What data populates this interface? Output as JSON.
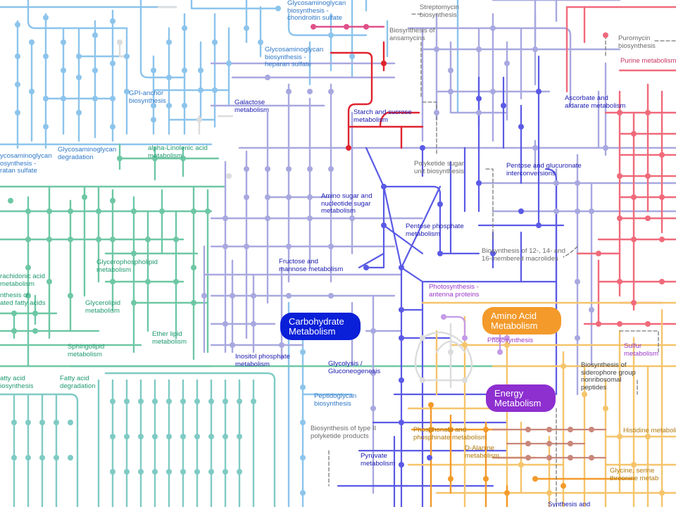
{
  "colors": {
    "carbohydrate": "#9a9ae0",
    "carbohydrate_dark": "#5a5ae6",
    "lipid": "#6dc7a5",
    "glycan": "#8cc4ec",
    "purine": "#f06a7a",
    "amino_acid": "#f5c46b",
    "energy": "#b896e6",
    "starch_red": "#e0232f",
    "grey": "#bdbdbd"
  },
  "labels": {
    "glycosaminoglycan_chondroitin": "Glycosaminoglycan\nbiosynthesis -\nchondroitin sulfate",
    "streptomycin": "Streptomycin\nbiosynthesis",
    "ansamycins": "Biosynthesis of\nansamycins",
    "puromycin": "Puromycin\nbiosynthesis",
    "purine": "Purine metabolism",
    "glycosaminoglycan_heparan": "Glycosaminoglycan\nbiosynthesis -\nheparan sulfate",
    "gpi_anchor": "GPI-anchor\nbiosynthesis",
    "galactose": "Galactose\nmetabolism",
    "starch_sucrose": "Starch and sucrose\nmetabolism",
    "ascorbate": "Ascorbate and\naldarate metabolism",
    "keratan": "ycosaminoglycan\nosynthesis -\nratan sulfate",
    "gag_degradation": "Glycosaminoglycan\ndegradation",
    "linolenic": "alpha-Linolenic acid\nmetabolism",
    "polyketide_sugar": "Polyketide sugar\nunit biosynthesis",
    "pentose_glucuronate": "Pentose and glucuronate\ninterconversions",
    "amino_sugar": "Amino sugar and\nnucleotide sugar\nmetabolism",
    "pentose_phosphate": "Pentose phosphate\nmetabolism",
    "macrolides": "Biosynthesis of 12-, 14- and\n16-membered macrolides",
    "glycerophospholipid": "Glycerophospholipid\nmetabolism",
    "fructose_mannose": "Fructose and\nmannose metabolism",
    "arachidonic": "rachidonic acid\nmetabolism",
    "unsat_fatty": "nthesis of\nated fatty acids",
    "glycerolipid": "Glycerolipid\nmetabolism",
    "photosynthesis_antenna": "Photosynthesis -\nantenna proteins",
    "ether_lipid": "Ether lipid\nmetabolism",
    "photosynthesis": "Photosynthesis",
    "sulfur": "Sulfur\nmetabolism",
    "sphingolipid": "Sphingolipid\nmetabolism",
    "inositol": "Inositol phosphate\nmetabolism",
    "siderophore": "Biosynthesis of\nsiderophore group\nnonribosomal\npeptides",
    "glycolysis": "Glycolysis /\nGluconeogenesis",
    "fatty_biosynthesis": "atty acid\niosynthesis",
    "fatty_degradation": "Fatty acid\ndegradation",
    "peptidoglycan": "Peptidoglycan\nbiosynthesis",
    "phosphonate": "Phosphonate and\nphosphinate metabolism",
    "histidine": "Histidine metabolism",
    "type2_polyketide": "Biosynthesis of type II\npolyketide products",
    "d_alanine": "D-Alanine\nmetabolism",
    "pyruvate": "Pyruvate\nmetabolism",
    "glycine": "Glycine, serine\nthreonine metab",
    "synthesis_and": "Synthesis and"
  },
  "categories": {
    "carbohydrate": "Carbohydrate\nMetabolism",
    "amino_acid": "Amino Acid\nMetabolism",
    "energy": "Energy\nMetabolism"
  }
}
